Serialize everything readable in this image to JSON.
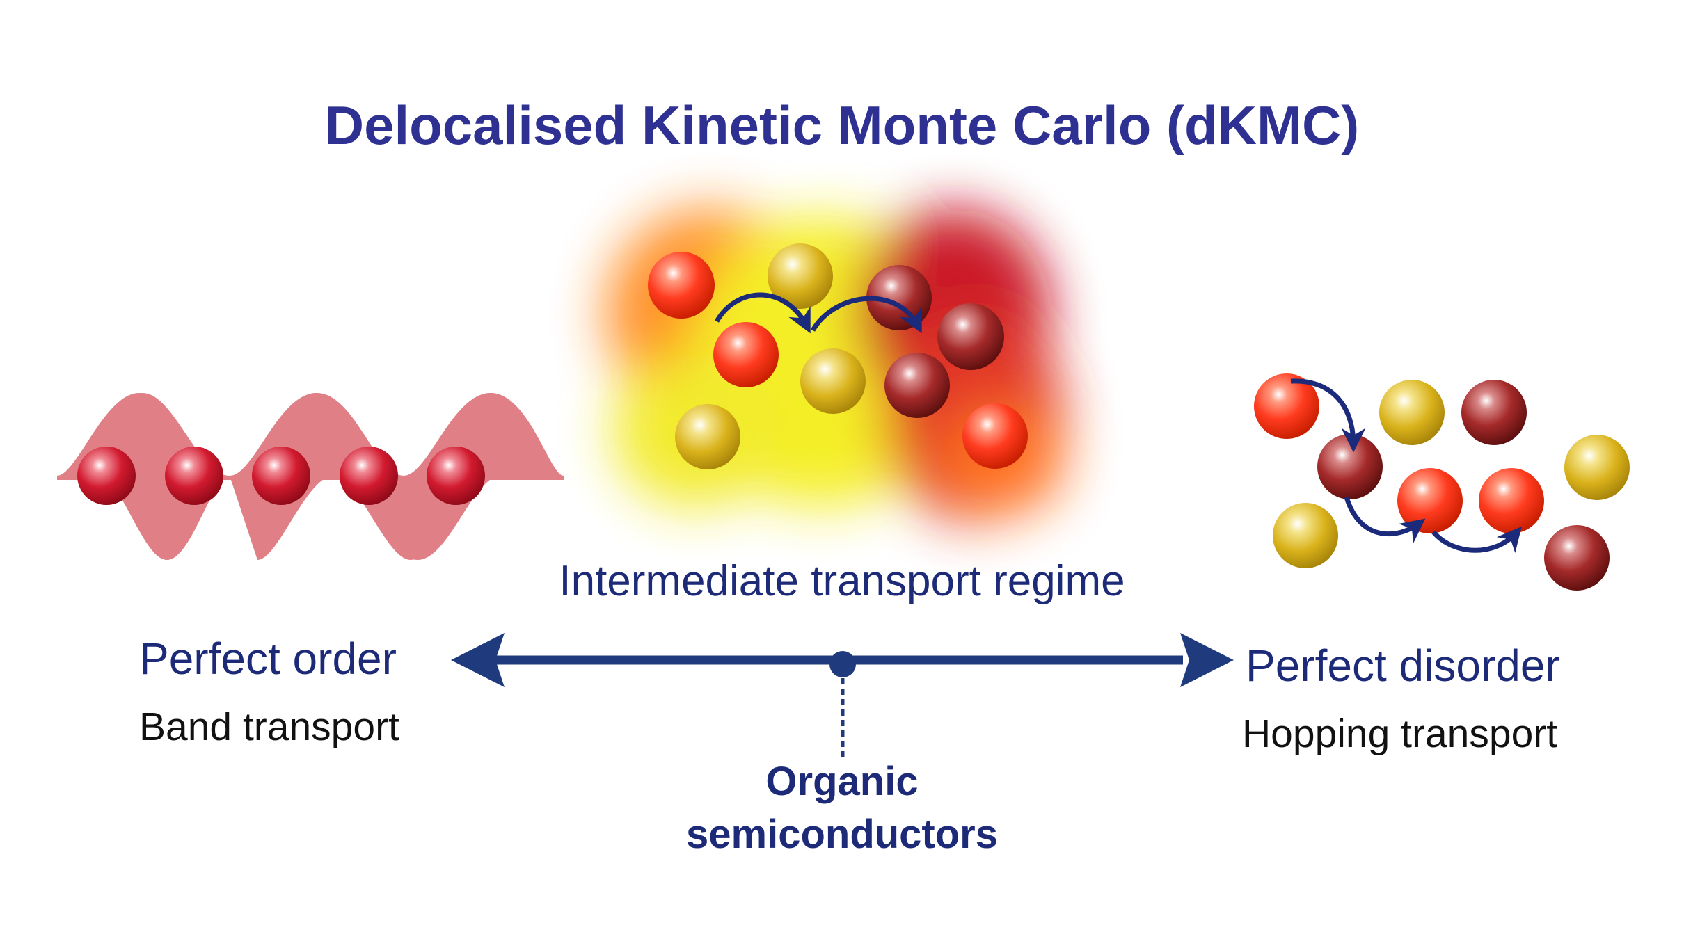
{
  "title": "Delocalised Kinetic Monte Carlo (dKMC)",
  "middle": {
    "regime_label": "Intermediate transport regime",
    "marker_label_line1": "Organic",
    "marker_label_line2": "semiconductors"
  },
  "left": {
    "heading": "Perfect order",
    "subheading": "Band transport"
  },
  "right": {
    "heading": "Perfect disorder",
    "subheading": "Hopping transport"
  },
  "colors": {
    "title": "#2e3192",
    "axis": "#1f3b7d",
    "text_navy": "#1c2a78",
    "wave": "#e07f86",
    "sphere_red": "#ff3b1f",
    "sphere_darkred": "#8b1a1a",
    "sphere_gold": "#d9b21b",
    "sphere_crimson": "#c8102e"
  },
  "icons": [
    "ordered-lattice-icon",
    "delocalised-cluster-icon",
    "hopping-sites-icon",
    "double-arrow-axis-icon"
  ]
}
